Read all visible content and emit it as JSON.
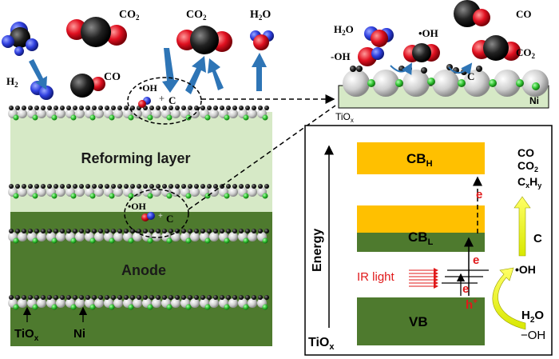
{
  "molecules": {
    "co2": "CO",
    "co2_sub": "2",
    "h2": "H",
    "h2_sub": "2",
    "co": "CO",
    "h2o": "H",
    "h2o_sub": "2",
    "h2o_tail": "O",
    "oh_radical": "•OH",
    "carbon": "C",
    "minus_oh": "-OH",
    "plus": "+"
  },
  "layers": {
    "reforming": "Reforming layer",
    "anode": "Anode"
  },
  "labels": {
    "tiox_base": "TiO",
    "tiox_sub": "x",
    "ni": "Ni"
  },
  "band": {
    "energy_axis": "Energy",
    "cb_h": "CB",
    "cb_h_sub": "H",
    "cb_l": "CB",
    "cb_l_sub": "L",
    "vb": "VB",
    "electron": "e",
    "hole": "h",
    "hole_sup": "+",
    "ir_light": "IR light",
    "oh_radical": "•OH",
    "products": [
      "CO",
      "CO"
    ],
    "product_co2_sub": "2",
    "cxhy_c": "C",
    "cxhy_x": "x",
    "cxhy_h": "H",
    "cxhy_y": "y",
    "carbon": "C",
    "h2o": "H",
    "h2o_sub": "2",
    "h2o_tail": "O",
    "minus_oh": "−OH"
  },
  "colors": {
    "reforming_layer": "#d6e9c6",
    "anode": "#4e7a2e",
    "band_gold": "#ffc000",
    "band_green": "#4e7a2e",
    "arrow_blue": "#2e75b6",
    "electron_red": "#e0191a",
    "catalyst_green": "#3cc43c"
  }
}
